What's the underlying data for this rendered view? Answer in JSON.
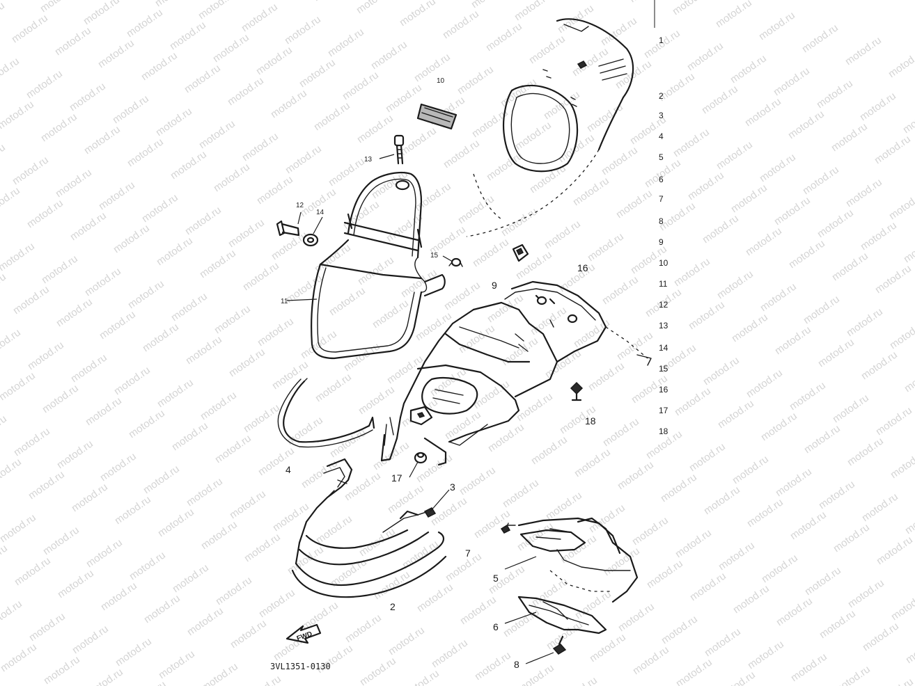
{
  "watermark": "motod.ru",
  "diagram_code": "3VL1351-0130",
  "fwd_label": "FWD",
  "callouts": [
    "2",
    "3",
    "4",
    "5",
    "6",
    "7",
    "8",
    "9",
    "10",
    "11",
    "12",
    "13",
    "14",
    "15",
    "16",
    "17",
    "18"
  ],
  "edge_index_numbers": [
    "1",
    "2",
    "3",
    "4",
    "5",
    "6",
    "7",
    "8",
    "9",
    "10",
    "11",
    "12",
    "13",
    "14",
    "15",
    "16",
    "17",
    "18"
  ],
  "colors": {
    "line": "#1a1a1a",
    "watermark": "#d4d4d4",
    "background": "#ffffff"
  }
}
